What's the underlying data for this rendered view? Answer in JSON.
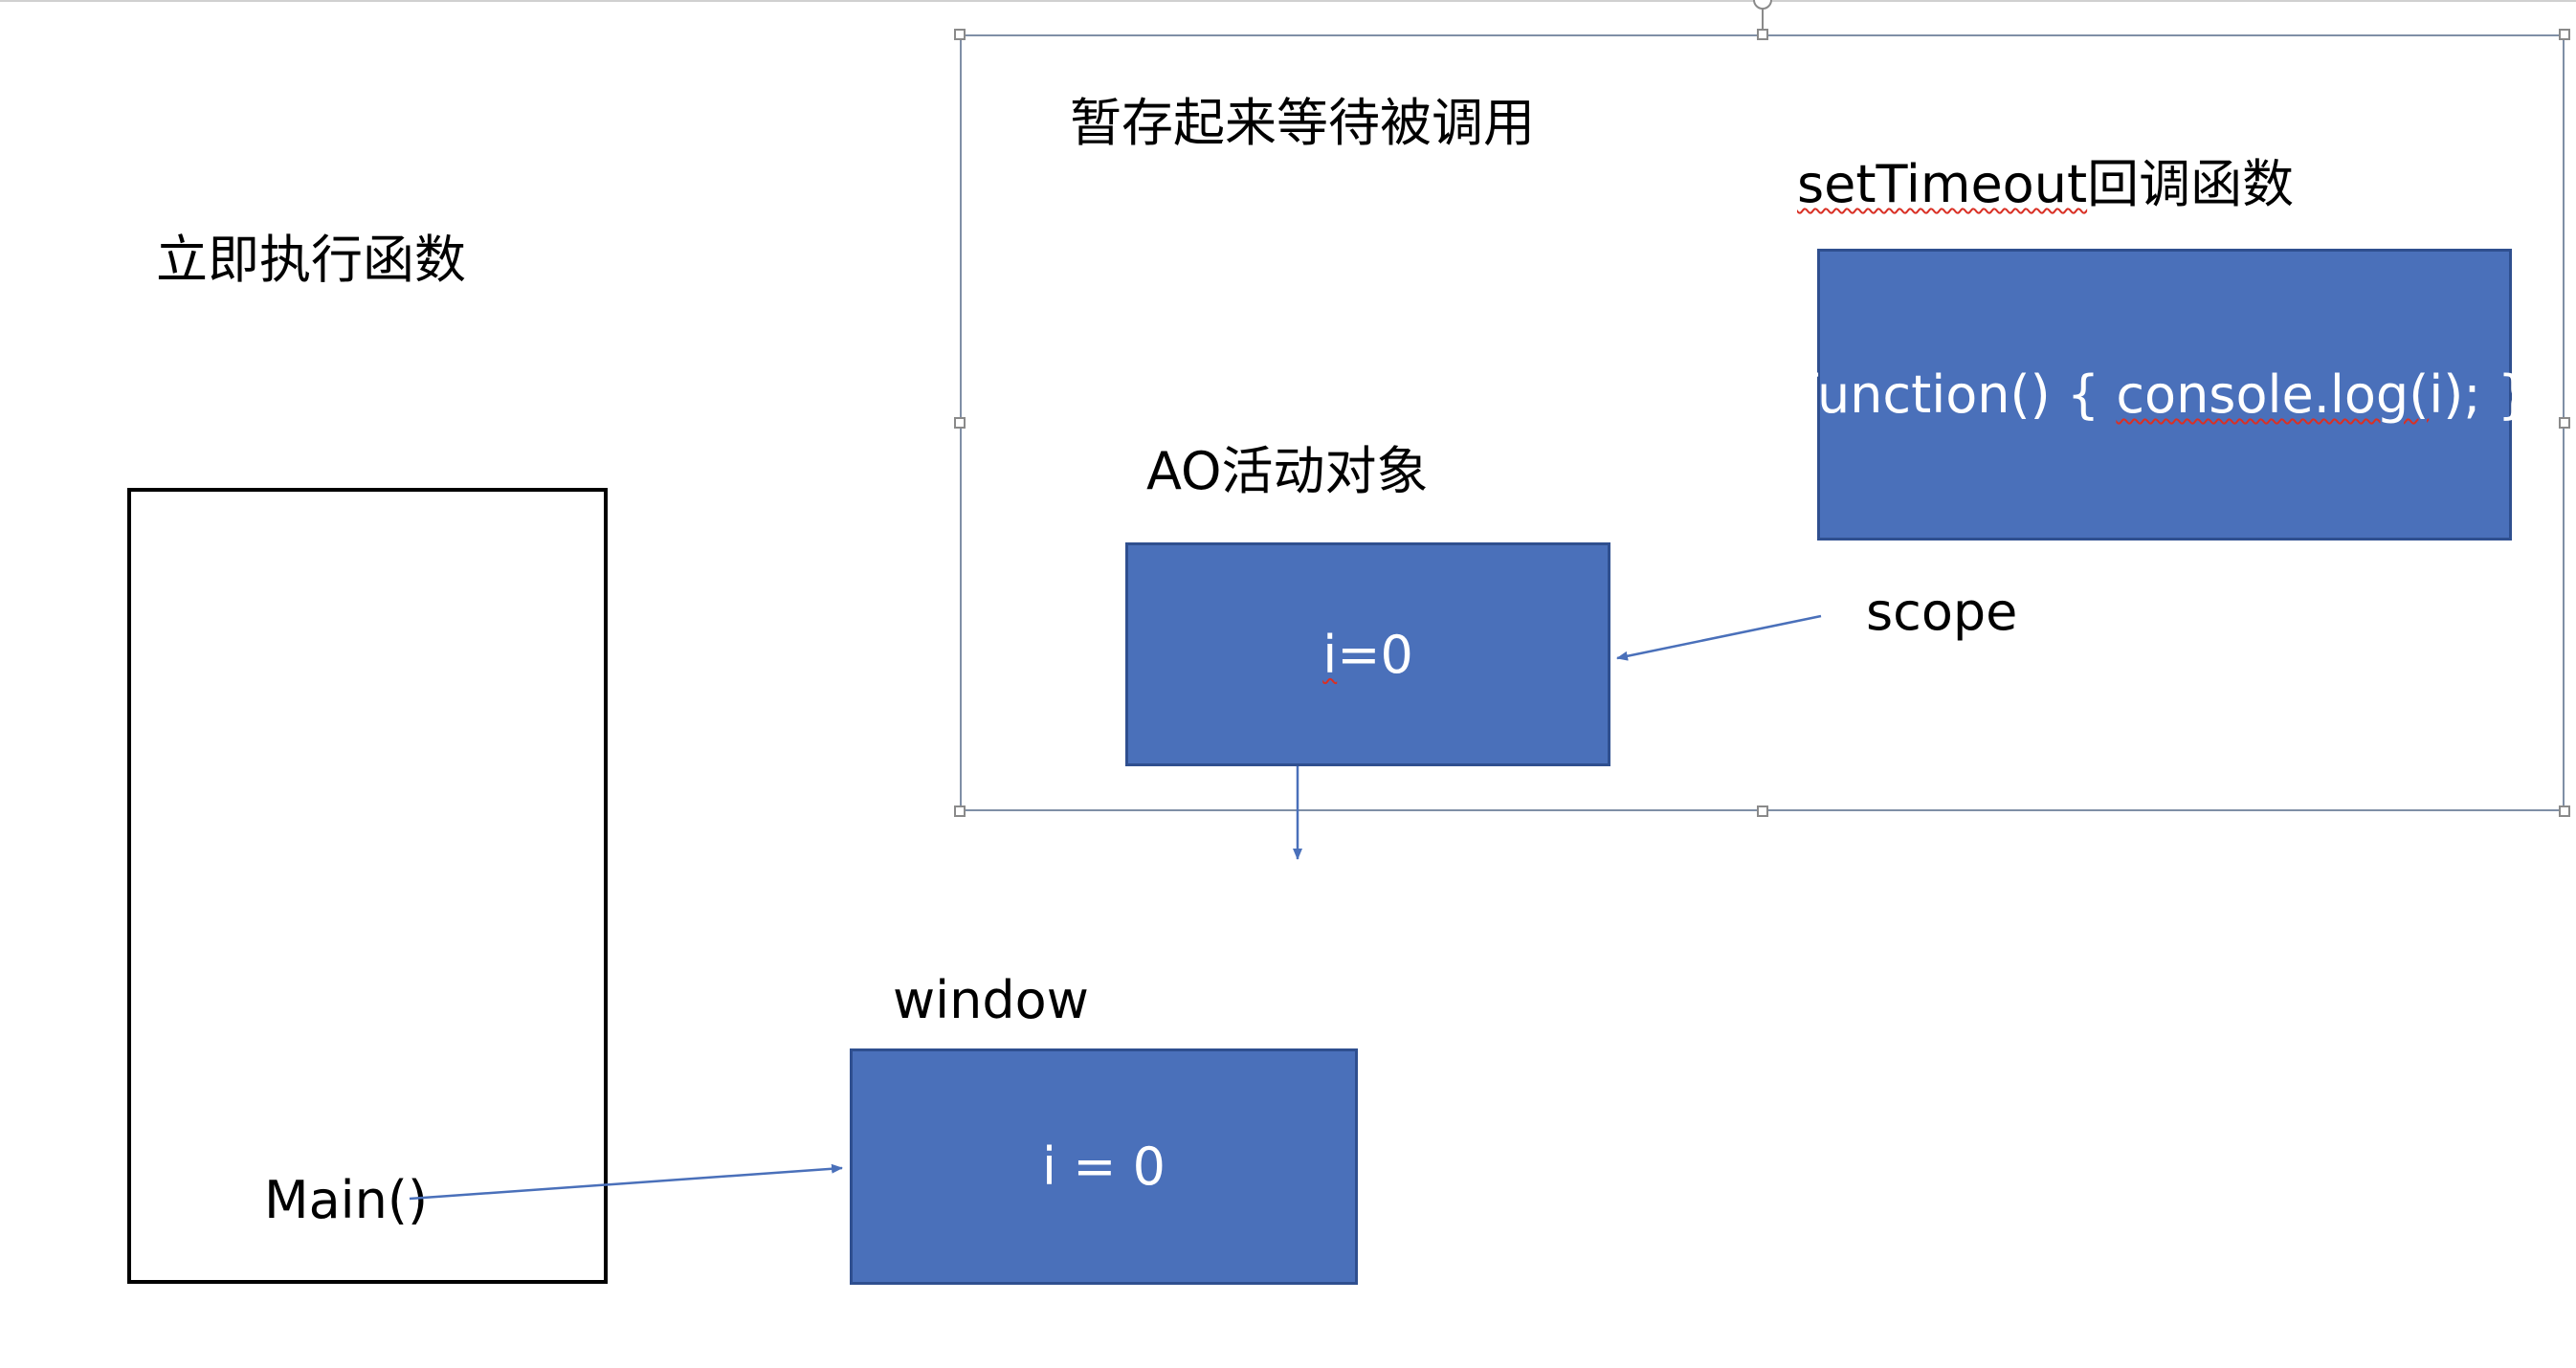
{
  "labels": {
    "immediate_function": "立即执行函数",
    "stored_waiting": "暂存起来等待被调用",
    "settimeout_prefix": "setTimeout",
    "settimeout_suffix": "回调函数",
    "ao_object": "AO活动对象",
    "scope": "scope",
    "window": "window",
    "main": "Main()"
  },
  "boxes": {
    "callback_prefix": "function() { ",
    "callback_squiggle": "console.log(",
    "callback_suffix": "i); }",
    "ao_var_name": "i",
    "ao_var_rest": "=0",
    "window_value": "i = 0"
  },
  "colors": {
    "box_fill": "#4a70ba",
    "box_border": "#2f4f8f",
    "arrow": "#4a70ba",
    "spellcheck_underline": "#d93025"
  }
}
